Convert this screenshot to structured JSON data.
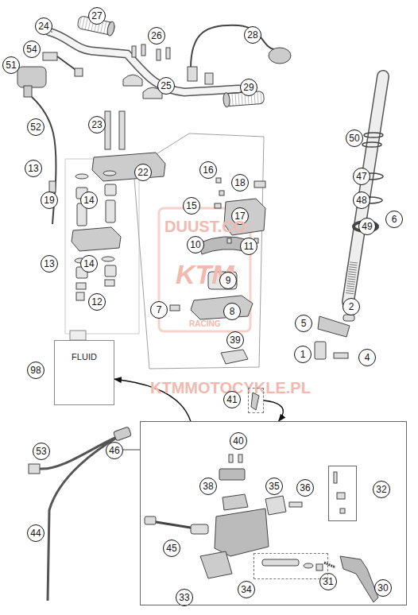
{
  "diagram": {
    "nodes": [
      {
        "text": [
          "FLUID"
        ]
      },
      {
        "text": [
          "41"
        ]
      },
      {
        "text": [
          "46"
        ]
      },
      {
        "text": [
          "32"
        ],
        "in": 2
      },
      {
        "text": [
          "34"
        ],
        "in": 2
      }
    ],
    "edges": [
      {
        "from": 2,
        "to": 0,
        "arrow": "to"
      },
      {
        "from": 1,
        "to": 2,
        "arrow": "to"
      }
    ],
    "labels": [
      "27",
      "24",
      "26",
      "28",
      "54",
      "51",
      "25",
      "29",
      "23",
      "52",
      "50",
      "13",
      "22",
      "16",
      "18",
      "47",
      "19",
      "14",
      "48",
      "15",
      "17",
      "6",
      "49",
      "DUUST.CO",
      "10",
      "11",
      "13",
      "14",
      "KTM",
      "9",
      "12",
      "7",
      "8",
      "RACING",
      "2",
      "5",
      "1",
      "39",
      "4",
      "98",
      "KTMMOTOCYKLE.PL",
      "40",
      "53",
      "35",
      "36",
      "38",
      "44",
      "45",
      "31",
      "30",
      "33"
    ]
  }
}
